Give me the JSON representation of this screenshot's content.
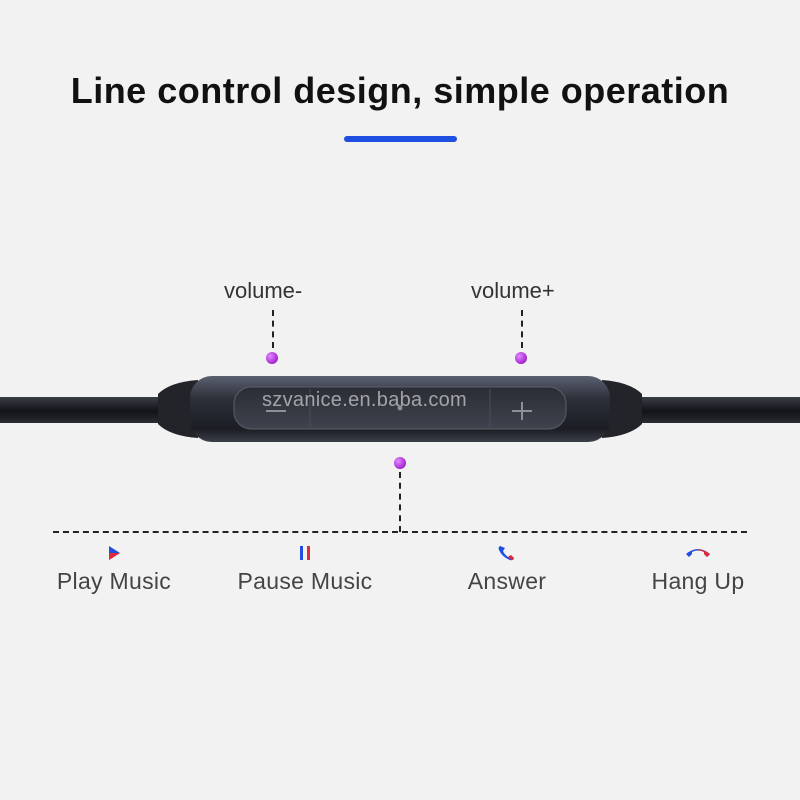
{
  "header": {
    "title": "Line control design, simple operation",
    "accent_color": "#1f4fe0"
  },
  "remote": {
    "volume_minus_label": "volume-",
    "volume_plus_label": "volume+",
    "watermark": "szvanice.en.baba.com",
    "indicator_color": "#b030d8"
  },
  "functions": [
    {
      "label": "Play Music",
      "icon": "play-icon"
    },
    {
      "label": "Pause Music",
      "icon": "pause-icon"
    },
    {
      "label": "Answer",
      "icon": "phone-answer-icon"
    },
    {
      "label": "Hang Up",
      "icon": "phone-hangup-icon"
    }
  ]
}
